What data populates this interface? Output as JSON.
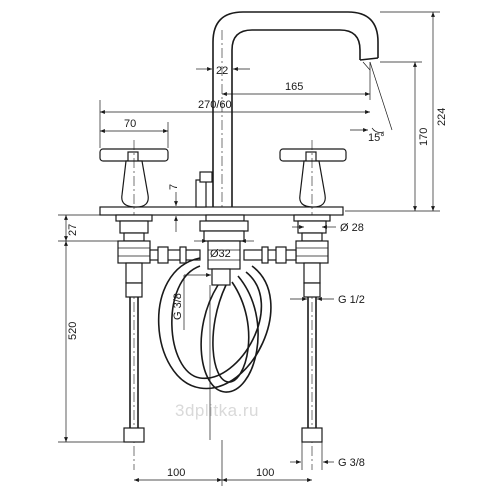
{
  "watermark": "3dplitka.ru",
  "dimensions": {
    "d22": "22",
    "d165": "165",
    "d270_60": "270/60",
    "d70": "70",
    "d15deg": "15°",
    "d170": "170",
    "d224": "224",
    "d7": "7",
    "d27": "27",
    "d28": "Ø 28",
    "d32": "Ø32",
    "d520": "520",
    "g38_left": "G 3/8",
    "g12": "G 1/2",
    "g38_bottom": "G 3/8",
    "d100_left": "100",
    "d100_right": "100"
  },
  "colors": {
    "line": "#1a1a1a",
    "background": "#ffffff",
    "watermark": "#d9d9d9"
  }
}
